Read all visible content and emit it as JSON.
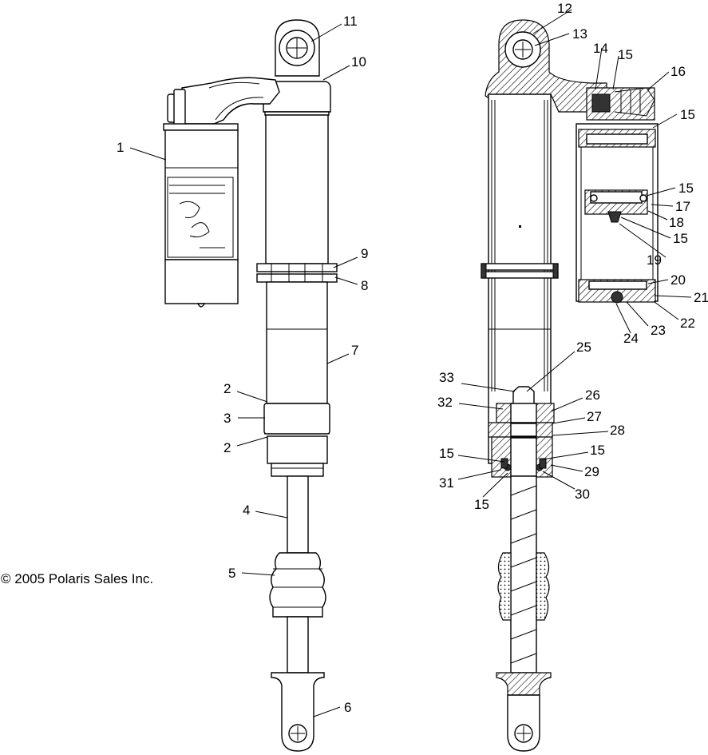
{
  "copyright": "© 2005 Polaris Sales Inc.",
  "callouts": [
    "11",
    "10",
    "1",
    "9",
    "8",
    "7",
    "2",
    "3",
    "2",
    "4",
    "5",
    "6",
    "12",
    "13",
    "14",
    "15",
    "16",
    "15",
    "15",
    "17",
    "18",
    "15",
    "19",
    "20",
    "21",
    "22",
    "23",
    "24",
    "25",
    "33",
    "32",
    "26",
    "27",
    "28",
    "15",
    "15",
    "31",
    "29",
    "30",
    "15"
  ]
}
